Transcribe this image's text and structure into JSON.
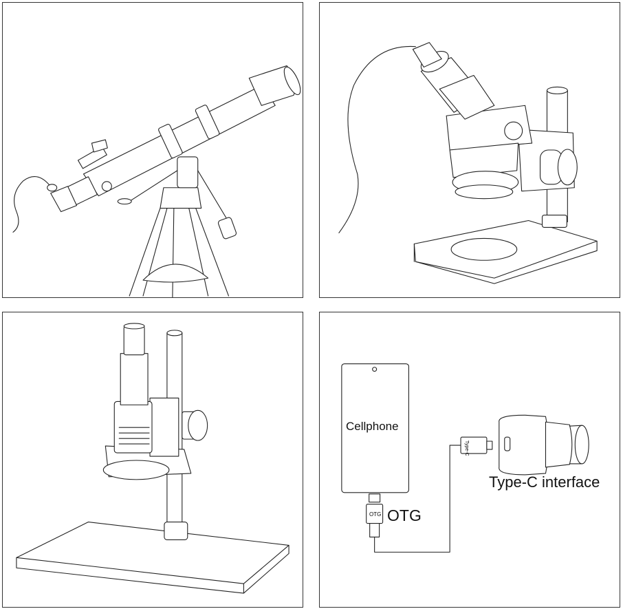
{
  "panels": [
    {
      "id": "telescope",
      "icon": "telescope-with-eyepiece-camera-icon"
    },
    {
      "id": "stereo-microscope",
      "icon": "stereo-microscope-with-eyepiece-camera-icon"
    },
    {
      "id": "monocular-microscope",
      "icon": "monocular-microscope-stand-icon"
    },
    {
      "id": "phone-connection",
      "icon": "phone-otg-connection-icon"
    }
  ],
  "connection": {
    "phone_label": "Cellphone",
    "otg_label": "OTG",
    "otg_plug_text": "OTG",
    "typec_plug_text": "Type-C",
    "interface_label": "Type-C interface"
  }
}
